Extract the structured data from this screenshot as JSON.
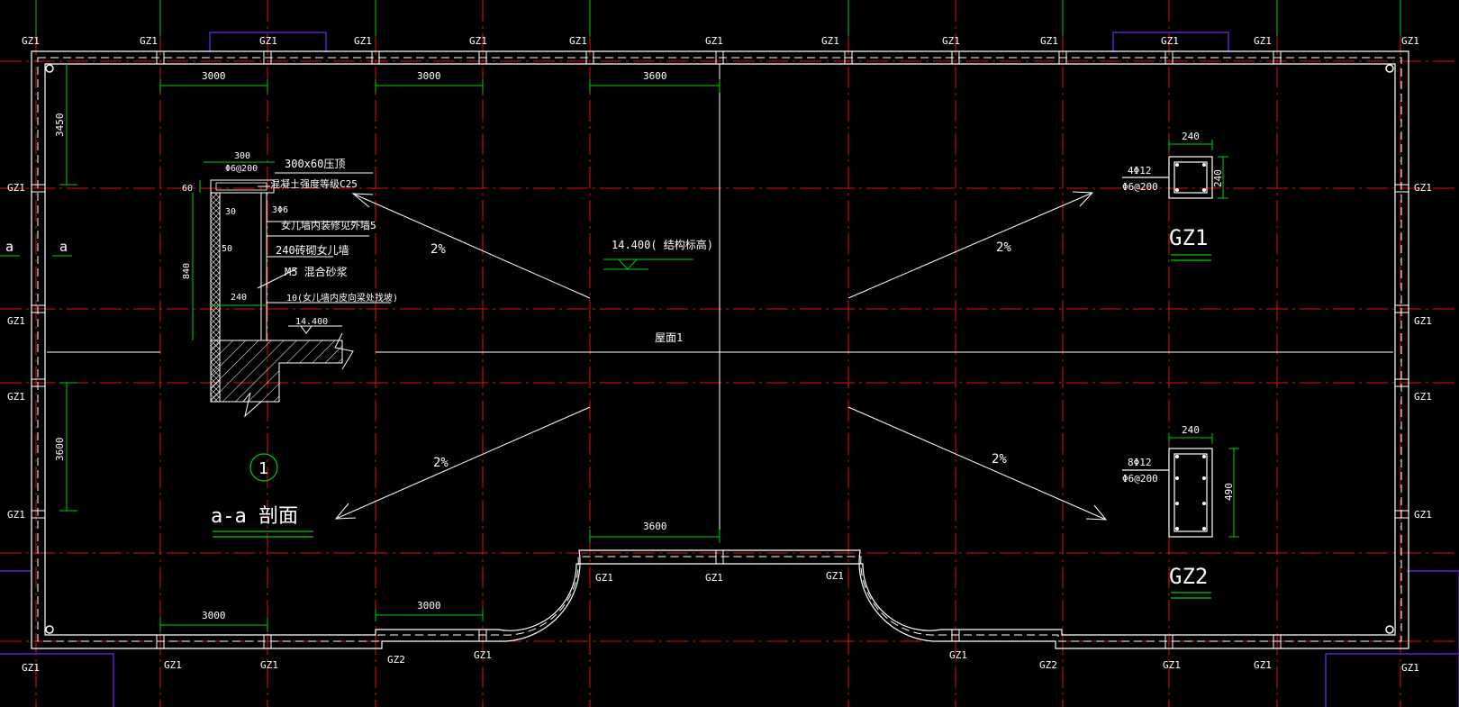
{
  "colors": {
    "background": "#000000",
    "axis": "#e01010",
    "wall": "#ffffff",
    "dimension": "#00d000",
    "label": "#ffffff",
    "window": "#6020d0"
  },
  "labels": {
    "gz1": "GZ1",
    "gz2": "GZ2",
    "section_mark": "a",
    "slope": "2%",
    "elevation": "14.400(  结构标高)",
    "roof_name": "屋面1",
    "dim_3000": "3000",
    "dim_3600": "3600",
    "dim_3450": "3450"
  },
  "section_detail": {
    "title": "a-a 剖面",
    "number": "1",
    "top_width": "300",
    "cap_spec": "300x60压顶",
    "cap_rebar": "Φ6@200",
    "concrete_grade": "混凝土强度等级C25",
    "cap_height": "60",
    "long_rebar": "3Φ6",
    "dim_30": "30",
    "dim_50": "50",
    "wall_height": "840",
    "wall_width": "240",
    "note_finish": "女儿墙内装修见外墙5",
    "note_wall": "240砖砌女儿墙",
    "note_mortar": "M5 混合砂浆",
    "note_slope": "10(女儿墙内皮向梁处找坡)",
    "level": "14.400"
  },
  "column_gz1": {
    "title": "GZ1",
    "width": "240",
    "depth": "240",
    "main_rebar": "4Φ12",
    "stirrup": "Φ6@200"
  },
  "column_gz2": {
    "title": "GZ2",
    "width": "240",
    "depth": "490",
    "main_rebar": "8Φ12",
    "stirrup": "Φ6@200"
  }
}
